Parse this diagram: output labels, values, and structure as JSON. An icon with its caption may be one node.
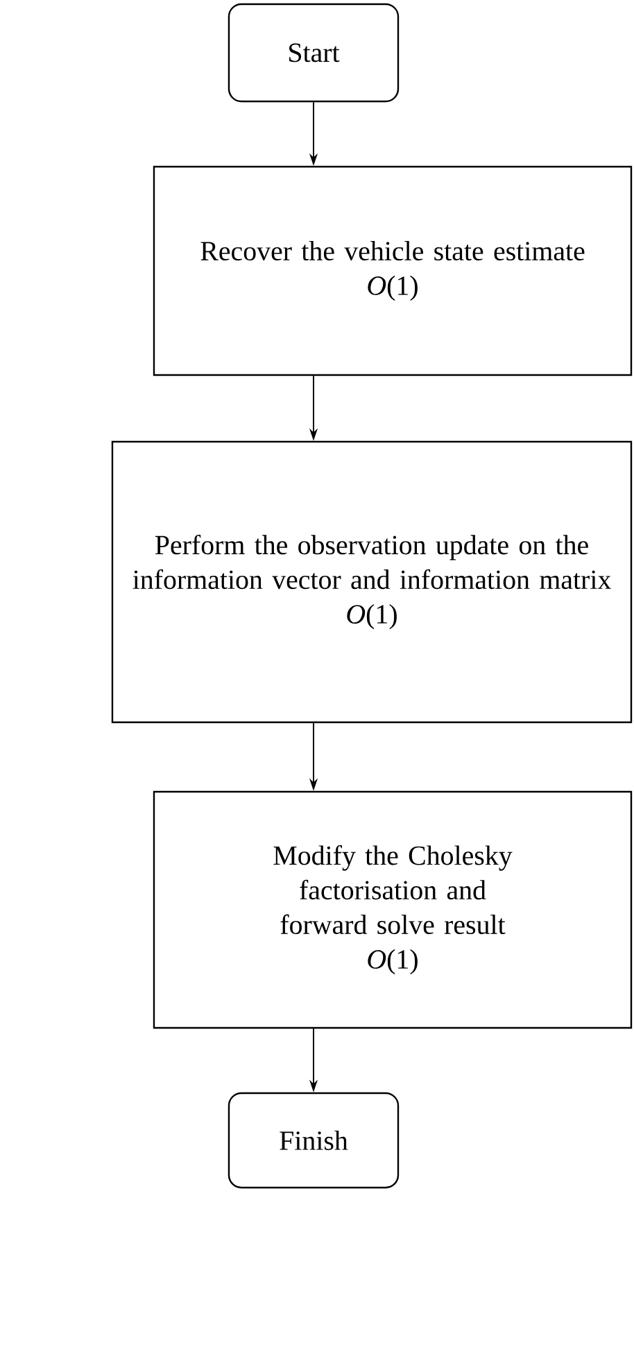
{
  "diagram": {
    "nodes": [
      {
        "text": [
          "Start"
        ]
      },
      {
        "text": [
          "Recover the vehicle state estimate",
          "*O*(1)"
        ]
      },
      {
        "text": [
          "Perform the observation update on the information vector and information matrix",
          "*O*(1)"
        ]
      },
      {
        "text": [
          "Modify the Cholesky factorisation and forward solve result",
          "*O*(1)"
        ]
      },
      {
        "text": [
          "Finish"
        ]
      }
    ],
    "edges": [
      {
        "from": 0,
        "to": 1,
        "arrow": "to"
      },
      {
        "from": 1,
        "to": 2,
        "arrow": "to"
      },
      {
        "from": 2,
        "to": 3,
        "arrow": "to"
      },
      {
        "from": 3,
        "to": 4,
        "arrow": "to"
      }
    ]
  }
}
